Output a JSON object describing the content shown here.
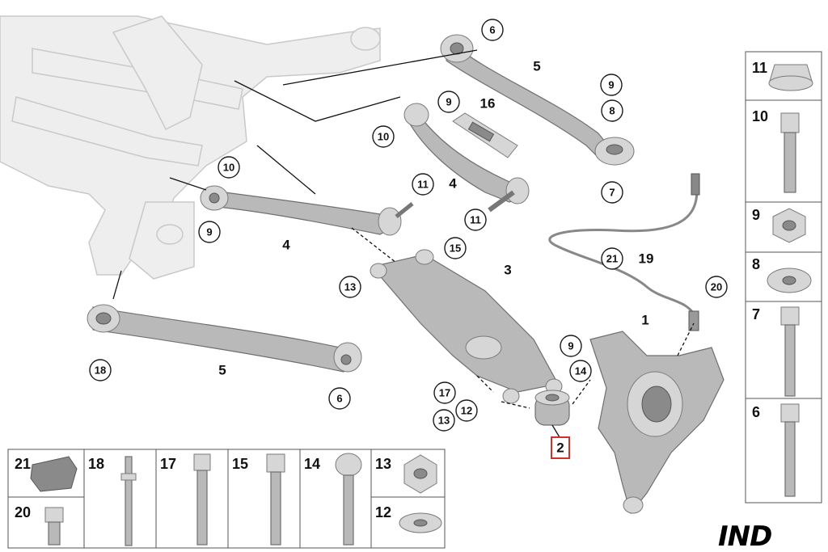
{
  "diagram": {
    "callouts_main": [
      "6",
      "9",
      "8",
      "7",
      "5",
      "9",
      "16",
      "10",
      "4",
      "11",
      "11",
      "10",
      "9",
      "4",
      "3",
      "15",
      "13",
      "2",
      "1",
      "21",
      "19",
      "20",
      "9",
      "14",
      "17",
      "12",
      "13",
      "18",
      "5",
      "6"
    ],
    "legend_right": [
      "11",
      "10",
      "9",
      "8",
      "7",
      "6"
    ],
    "legend_bottom": [
      "21",
      "18",
      "17",
      "15",
      "14",
      "13",
      "20",
      "12"
    ],
    "highlighted_part": "2",
    "logo": "IND"
  }
}
